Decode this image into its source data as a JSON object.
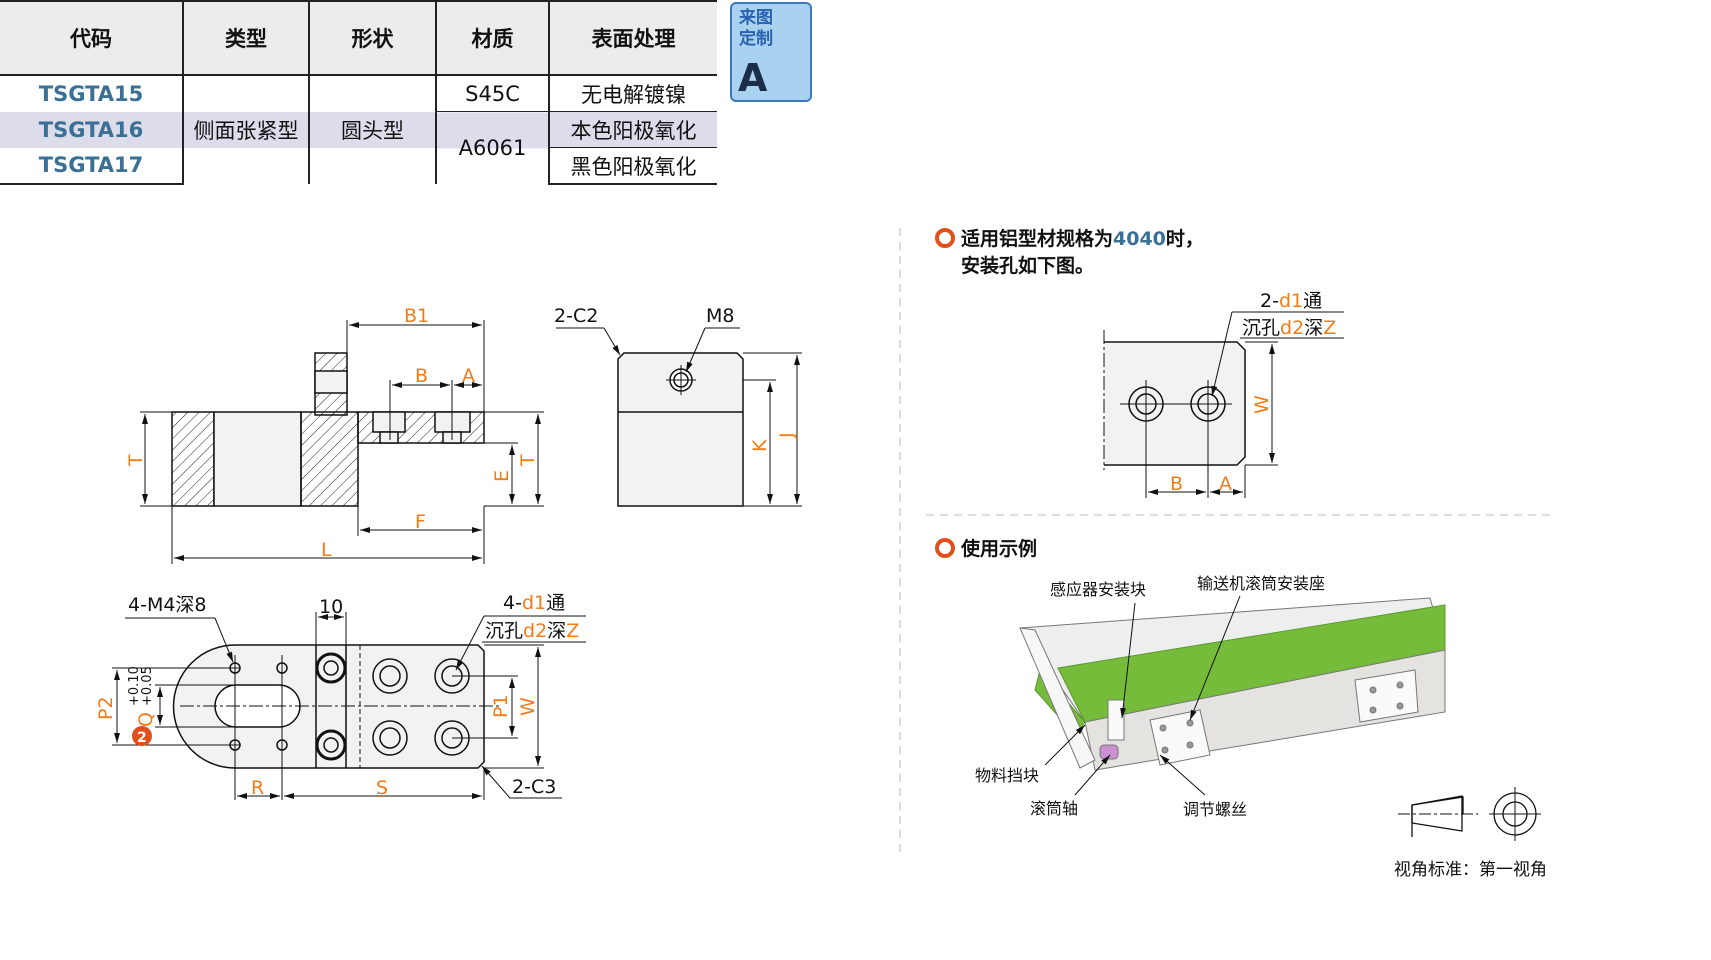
{
  "table": {
    "headers": [
      "代码",
      "类型",
      "形状",
      "材质",
      "表面处理"
    ],
    "codes": [
      "TSGTA15",
      "TSGTA16",
      "TSGTA17"
    ],
    "type": "侧面张紧型",
    "shape": "圆头型",
    "materials": [
      "S45C",
      "A6061"
    ],
    "treatments": [
      "无电解镀镍",
      "本色阳极氧化",
      "黑色阳极氧化"
    ]
  },
  "badge": {
    "text": "来图定制",
    "letter": "A"
  },
  "side_view": {
    "B1": "B1",
    "B": "B",
    "A": "A",
    "T": "T",
    "E": "E",
    "F": "F",
    "L": "L"
  },
  "front_view": {
    "chamfer": "2-C2",
    "thread": "M8",
    "K": "K",
    "J": "J"
  },
  "top_view": {
    "tapped_holes": "4-M4深8",
    "width_10": "10",
    "through_holes_prefix": "4-",
    "d1": "d1",
    "through": "通",
    "counterbore": "沉孔",
    "d2": "d2",
    "depth": "深",
    "Z": "Z",
    "tol_upper": "+0.10",
    "tol_lower": "+0.05",
    "P2": "P2",
    "Q": "Q",
    "P1": "P1",
    "W": "W",
    "R": "R",
    "S": "S",
    "chamfer": "2-C3",
    "note_number": "2"
  },
  "mount_section": {
    "line1_prefix": "适用铝型材规格为",
    "profile": "4040",
    "line1_suffix": "时，",
    "line2": "安装孔如下图。",
    "holes_prefix": "2-",
    "d1": "d1",
    "through": "通",
    "counterbore": "沉孔",
    "d2": "d2",
    "depth": "深",
    "Z": "Z",
    "W": "W",
    "B": "B",
    "A": "A"
  },
  "usage_section": {
    "title": "使用示例",
    "labels": [
      "感应器安装块",
      "输送机滚筒安装座",
      "物料挡块",
      "滚筒轴",
      "调节螺丝"
    ]
  },
  "projection": {
    "label": "视角标准：第一视角"
  },
  "colors": {
    "accent": "#f07c1a",
    "code_blue": "#3a6f96",
    "bullet": "#e0501c",
    "belt_green": "#76bc3a"
  }
}
